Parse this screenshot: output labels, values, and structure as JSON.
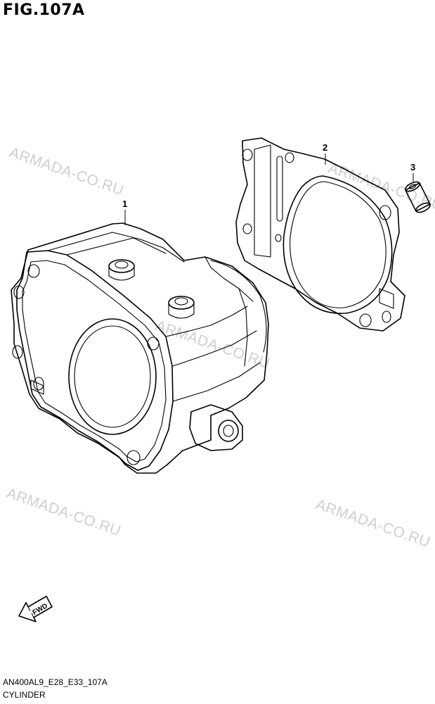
{
  "figure": {
    "title": "FIG.107A"
  },
  "watermarks": [
    "ARMADA-CO.RU",
    "ARMADA-CO.RU",
    "ARMADA-CO.RU",
    "ARMADA-CO.RU",
    "ARMADA-CO.RU"
  ],
  "callouts": [
    {
      "number": "1",
      "part": "cylinder"
    },
    {
      "number": "2",
      "part": "cylinder-gasket"
    },
    {
      "number": "3",
      "part": "dowel-pin"
    }
  ],
  "direction_badge": {
    "label": "FWD"
  },
  "footer": {
    "code": "AN400AL9_E28_E33_107A",
    "name": "CYLINDER"
  }
}
